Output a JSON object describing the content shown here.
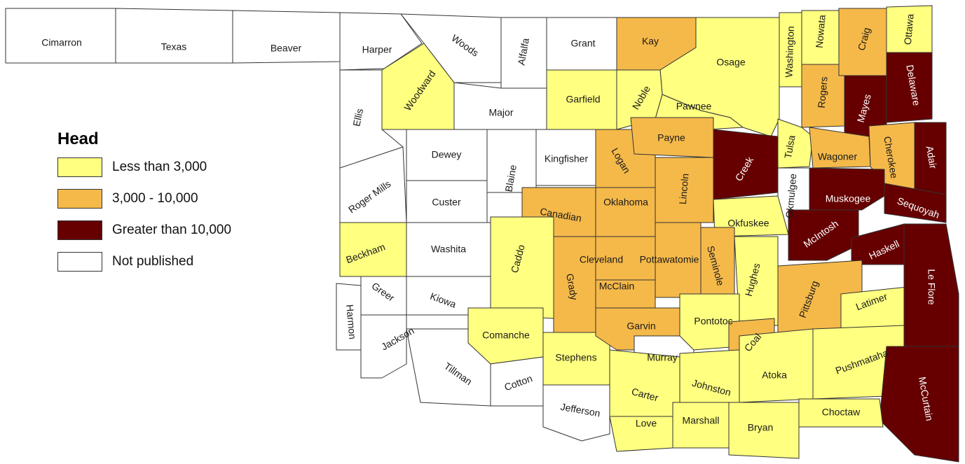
{
  "legend": {
    "title": "Head",
    "items": [
      {
        "label": "Less than 3,000",
        "color": "#ffff80"
      },
      {
        "label": "3,000 - 10,000",
        "color": "#f5b94a"
      },
      {
        "label": "Greater than 10,000",
        "color": "#660000"
      },
      {
        "label": "Not published",
        "color": "#ffffff"
      }
    ]
  },
  "counties": [
    {
      "name": "Cimarron",
      "category": 3
    },
    {
      "name": "Texas",
      "category": 3
    },
    {
      "name": "Beaver",
      "category": 3
    },
    {
      "name": "Harper",
      "category": 3
    },
    {
      "name": "Woods",
      "category": 3
    },
    {
      "name": "Alfalfa",
      "category": 3
    },
    {
      "name": "Grant",
      "category": 3
    },
    {
      "name": "Kay",
      "category": 1
    },
    {
      "name": "Osage",
      "category": 0
    },
    {
      "name": "Washington",
      "category": 0
    },
    {
      "name": "Nowata",
      "category": 0
    },
    {
      "name": "Craig",
      "category": 1
    },
    {
      "name": "Ottawa",
      "category": 0
    },
    {
      "name": "Woodward",
      "category": 0
    },
    {
      "name": "Ellis",
      "category": 3
    },
    {
      "name": "Major",
      "category": 3
    },
    {
      "name": "Garfield",
      "category": 0
    },
    {
      "name": "Noble",
      "category": 0
    },
    {
      "name": "Pawnee",
      "category": 0
    },
    {
      "name": "Rogers",
      "category": 1
    },
    {
      "name": "Mayes",
      "category": 2
    },
    {
      "name": "Delaware",
      "category": 2
    },
    {
      "name": "Dewey",
      "category": 3
    },
    {
      "name": "Blaine",
      "category": 3
    },
    {
      "name": "Kingfisher",
      "category": 3
    },
    {
      "name": "Logan",
      "category": 1
    },
    {
      "name": "Payne",
      "category": 1
    },
    {
      "name": "Creek",
      "category": 2
    },
    {
      "name": "Tulsa",
      "category": 0
    },
    {
      "name": "Wagoner",
      "category": 1
    },
    {
      "name": "Cherokee",
      "category": 1
    },
    {
      "name": "Adair",
      "category": 2
    },
    {
      "name": "Roger Mills",
      "category": 3
    },
    {
      "name": "Custer",
      "category": 3
    },
    {
      "name": "Canadian",
      "category": 1
    },
    {
      "name": "Oklahoma",
      "category": 1
    },
    {
      "name": "Lincoln",
      "category": 1
    },
    {
      "name": "Okmulgee",
      "category": 3
    },
    {
      "name": "Okfuskee",
      "category": 0
    },
    {
      "name": "Muskogee",
      "category": 2
    },
    {
      "name": "Sequoyah",
      "category": 2
    },
    {
      "name": "McIntosh",
      "category": 2
    },
    {
      "name": "Haskell",
      "category": 2
    },
    {
      "name": "Beckham",
      "category": 0
    },
    {
      "name": "Washita",
      "category": 3
    },
    {
      "name": "Caddo",
      "category": 0
    },
    {
      "name": "Grady",
      "category": 1
    },
    {
      "name": "Cleveland",
      "category": 1
    },
    {
      "name": "McClain",
      "category": 1
    },
    {
      "name": "Pottawatomie",
      "category": 1
    },
    {
      "name": "Seminole",
      "category": 1
    },
    {
      "name": "Hughes",
      "category": 0
    },
    {
      "name": "Pittsburg",
      "category": 1
    },
    {
      "name": "Latimer",
      "category": 0
    },
    {
      "name": "Le Flore",
      "category": 2
    },
    {
      "name": "Harmon",
      "category": 3
    },
    {
      "name": "Greer",
      "category": 3
    },
    {
      "name": "Kiowa",
      "category": 3
    },
    {
      "name": "Jackson",
      "category": 3
    },
    {
      "name": "Tillman",
      "category": 3
    },
    {
      "name": "Comanche",
      "category": 0
    },
    {
      "name": "Cotton",
      "category": 3
    },
    {
      "name": "Stephens",
      "category": 0
    },
    {
      "name": "Jefferson",
      "category": 3
    },
    {
      "name": "Garvin",
      "category": 1
    },
    {
      "name": "Murray",
      "category": 3
    },
    {
      "name": "Pontotoc",
      "category": 0
    },
    {
      "name": "Coal",
      "category": 1
    },
    {
      "name": "Carter",
      "category": 0
    },
    {
      "name": "Johnston",
      "category": 0
    },
    {
      "name": "Atoka",
      "category": 0
    },
    {
      "name": "Pushmataha",
      "category": 0
    },
    {
      "name": "McCurtain",
      "category": 2
    },
    {
      "name": "Love",
      "category": 0
    },
    {
      "name": "Marshall",
      "category": 0
    },
    {
      "name": "Bryan",
      "category": 0
    },
    {
      "name": "Choctaw",
      "category": 0
    }
  ]
}
